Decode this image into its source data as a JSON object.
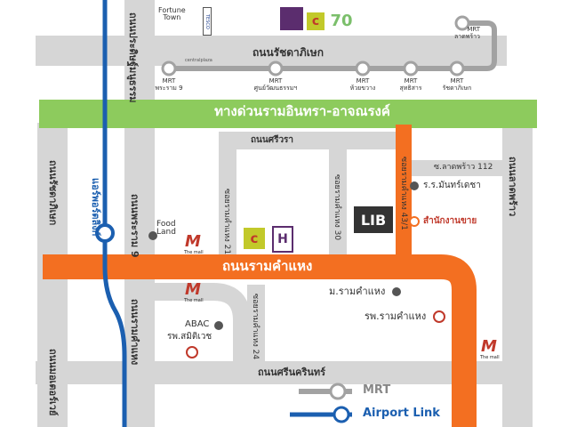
{
  "roads": {
    "ratchadaphisek": "ถนนรัชดาภิเษก",
    "expressway": "ทางด่วนรามอินทรา-อาจณรงค์",
    "sriwara": "ถนนศรีวรา",
    "lat_phrao_112": "ซ.ลาดพร้าว 112",
    "ramkhamhaeng": "ถนนรามคำแหง",
    "srinakarin": "ถนนศรีนครินทร์",
    "pradit_manutham": "ถนนประดิษฐ์มนูธรรม",
    "soi_9": "ถนนพระราม 9",
    "soi_43_1": "ซอยรามคำแหง 43/1",
    "soi_30": "ซอยรามคำแหง 30",
    "soi_21": "ซอยรามคำแหง 21",
    "soi_24": "ซอยรามคำแหง 24",
    "lat_phrao": "ถนนลาดพร้าว",
    "ratchada_left": "ถนนรัชดาภิเษก",
    "motorway": "ถนนมอเตอร์เวย์",
    "airport_line": "แอร์พอร์ตลิงก์",
    "mrt_road": "ถนนพระราม 9",
    "ramkhamhaeng_left": "ถนนรามคำแหง"
  },
  "mrt_stations": [
    {
      "label": "MRT\nพระราม 9"
    },
    {
      "label": "MRT\nศูนย์วัฒนธรรมฯ"
    },
    {
      "label": "MRT\nห้วยขวาง"
    },
    {
      "label": "MRT\nสุทธิสาร"
    },
    {
      "label": "MRT\nรัชดาภิเษก"
    },
    {
      "label": "MRT\nลาดพร้าว"
    }
  ],
  "pois": {
    "fortune_town": "Fortune\nTown",
    "tesco": "TESCO",
    "central_plaza": "centralplaza",
    "food_land": "Food\nLand",
    "the_mall": "The mall",
    "ramintra_school": "ร.ร.มันทร์เดชา",
    "sales_office": "สำนักงานขาย",
    "lib_logo": "LIB",
    "ramkhamhaeng_university": "ม.รามคำแหง",
    "ramkhamhaeng_hospital": "รพ.รามคำแหง",
    "abac": "ABAC",
    "samitivej": "รพ.สมิติเวช",
    "h_logo": "H"
  },
  "legend": {
    "mrt": "MRT",
    "airport_link": "Airport Link"
  },
  "colors": {
    "road": "#d4d4d4",
    "orange_road": "#f36f21",
    "expressway": "#8dcb5d",
    "mrt_line": "#9a9a9a",
    "airport_link": "#1b5fb0"
  }
}
